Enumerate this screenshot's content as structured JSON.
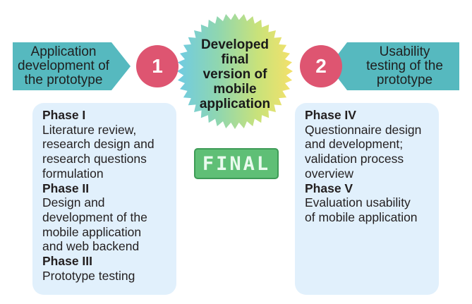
{
  "left_arrow": {
    "lines": [
      "Application",
      "development of",
      "the prototype"
    ]
  },
  "right_arrow": {
    "lines": [
      "Usability",
      "testing of the",
      "prototype"
    ]
  },
  "badge_left": "1",
  "badge_right": "2",
  "seal": {
    "lines": [
      "Developed",
      "final",
      "version of",
      "mobile",
      "application"
    ]
  },
  "stamp_text": "FINAL",
  "colors": {
    "arrow_teal": "#56b9bf",
    "badge_pink": "#de5571",
    "panel_blue": "#e1f0fc",
    "stamp_green": "#5fbf76",
    "seal_gradient": [
      "#6fcbe3",
      "#8fd6b0",
      "#c9e27a",
      "#f4e16a"
    ]
  },
  "left_panel": {
    "lines": [
      {
        "text": "Phase I",
        "bold": true
      },
      {
        "text": "Literature review,",
        "bold": false
      },
      {
        "text": "research design and",
        "bold": false
      },
      {
        "text": "research questions",
        "bold": false
      },
      {
        "text": "formulation",
        "bold": false
      },
      {
        "text": "Phase II",
        "bold": true
      },
      {
        "text": "Design and",
        "bold": false
      },
      {
        "text": "development of the",
        "bold": false
      },
      {
        "text": "mobile application",
        "bold": false
      },
      {
        "text": "and web backend",
        "bold": false
      },
      {
        "text": "Phase III",
        "bold": true
      },
      {
        "text": "Prototype testing",
        "bold": false
      }
    ]
  },
  "right_panel": {
    "lines": [
      {
        "text": "Phase IV",
        "bold": true
      },
      {
        "text": "Questionnaire design",
        "bold": false
      },
      {
        "text": "and development;",
        "bold": false
      },
      {
        "text": "validation process",
        "bold": false
      },
      {
        "text": "overview",
        "bold": false
      },
      {
        "text": "Phase V",
        "bold": true
      },
      {
        "text": "Evaluation usability",
        "bold": false
      },
      {
        "text": "of mobile application",
        "bold": false
      }
    ]
  }
}
